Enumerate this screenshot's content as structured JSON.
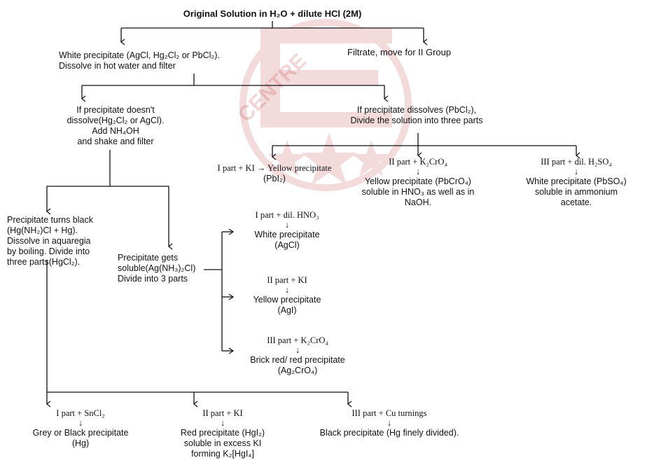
{
  "colors": {
    "text": "#111111",
    "line": "#111111",
    "watermark": "#c0393b"
  },
  "watermark": {
    "text": "CENTRE",
    "stamp": "E"
  },
  "nodes": {
    "title": [
      "Original Solution in H₂O + dilute HCl (2M)"
    ],
    "group1_ppt": [
      "White precipitate  (AgCl, Hg₂Cl₂ or PbCl₂).",
      "Dissolve in hot water and filter"
    ],
    "filtrate": [
      "Filtrate, move for II Group"
    ],
    "not_dissolve": [
      "If precipitate doesn't",
      "dissolve(Hg₂Cl₂ or AgCl).",
      "Add NH₄OH",
      "and shake and filter"
    ],
    "dissolves": [
      "If precipitate dissolves (PbCl₂),",
      "Divide the solution into three parts"
    ],
    "pb_part1": [
      "I part + KI → Yellow precipitate",
      "(PbI₂)"
    ],
    "pb_part2_test": [
      "II part + K₂CrO₄"
    ],
    "pb_part2_result": [
      "Yellow precipitate (PbCrO₄)",
      "soluble in HNO₃ as well as in",
      "NaOH."
    ],
    "pb_part3_test": [
      "III part + dil. H₂SO₄"
    ],
    "pb_part3_result": [
      "White precipitate (PbSO₄)",
      "soluble in ammonium",
      "acetate."
    ],
    "turns_black": [
      "Precipitate turns black",
      "(Hg(NH₂)Cl + Hg).",
      "Dissolve in aquaregia",
      "by boiling. Divide into",
      "three parts(HgCl₂)."
    ],
    "soluble_ag": [
      "Precipitate gets",
      "soluble(Ag(NH₃)₂Cl)",
      "Divide into 3 parts"
    ],
    "ag_part1_test": [
      "I part + dil. HNO₃"
    ],
    "ag_part1_result": [
      "White precipitate",
      "(AgCl)"
    ],
    "ag_part2_test": [
      "II part + KI"
    ],
    "ag_part2_result": [
      "Yellow precipitate",
      "(AgI)"
    ],
    "ag_part3_test": [
      "III part + K₂CrO₄"
    ],
    "ag_part3_result": [
      "Brick red/ red precipitate",
      "(Ag₂CrO₄)"
    ],
    "hg_part1_test": [
      "I part + SnCl₂"
    ],
    "hg_part1_result": [
      "Grey or Black precipitate",
      "(Hg)"
    ],
    "hg_part2_test": [
      "II part + KI"
    ],
    "hg_part2_result": [
      "Red precipitate (HgI₂)",
      "soluble in excess KI",
      "forming K₂[HgI₄]"
    ],
    "hg_part3_test": [
      "III part + Cu turnings"
    ],
    "hg_part3_result": [
      "Black precipitate (Hg finely divided)."
    ]
  },
  "down_arrow": "↓"
}
